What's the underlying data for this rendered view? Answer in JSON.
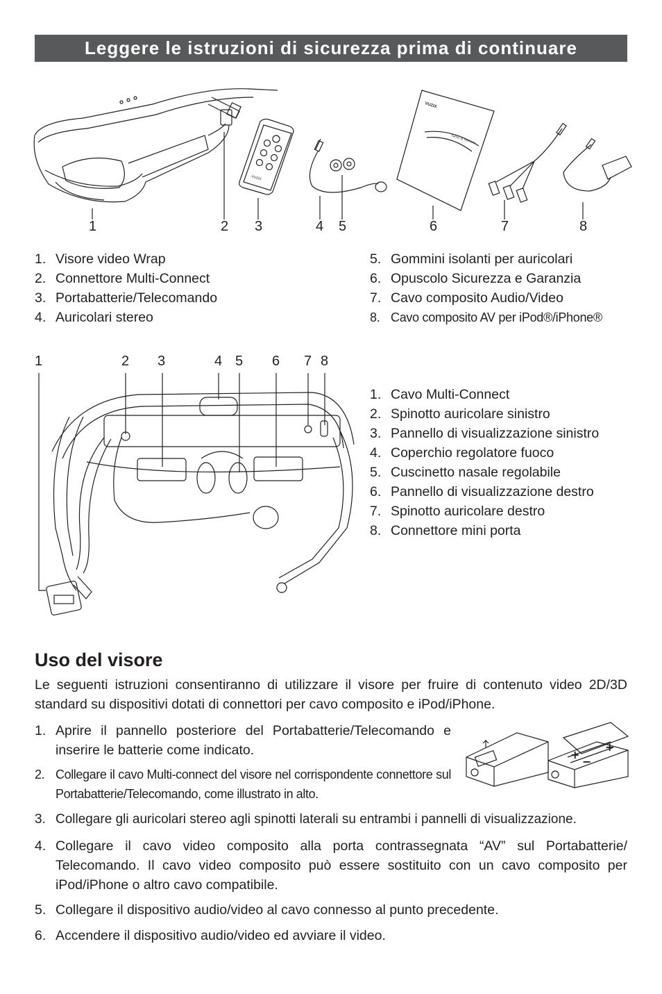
{
  "banner": "Leggere le istruzioni di sicurezza prima di continuare",
  "fig1": {
    "numbers": [
      "1",
      "2",
      "3",
      "4",
      "5",
      "6",
      "7",
      "8"
    ],
    "booklet_brand": "VUZIX",
    "booklet_title": "Safety & Warranty",
    "remote_brand": "VUZIX"
  },
  "list1_left": [
    {
      "n": "1.",
      "t": "Visore video Wrap"
    },
    {
      "n": "2.",
      "t": "Connettore Multi-Connect"
    },
    {
      "n": "3.",
      "t": "Portabatterie/Telecomando"
    },
    {
      "n": "4.",
      "t": "Auricolari stereo"
    }
  ],
  "list1_right": [
    {
      "n": "5.",
      "t": "Gommini isolanti per auricolari"
    },
    {
      "n": "6.",
      "t": "Opuscolo Sicurezza e Garanzia"
    },
    {
      "n": "7.",
      "t": "Cavo composito Audio/Video"
    },
    {
      "n": "8.",
      "t": "Cavo composito AV per iPod®/iPhone®"
    }
  ],
  "fig2": {
    "numbers": [
      "1",
      "2",
      "3",
      "4",
      "5",
      "6",
      "7",
      "8"
    ]
  },
  "list2": [
    {
      "n": "1.",
      "t": "Cavo Multi-Connect"
    },
    {
      "n": "2.",
      "t": "Spinotto auricolare sinistro"
    },
    {
      "n": "3.",
      "t": "Pannello di visualizzazione sinistro"
    },
    {
      "n": "4.",
      "t": "Coperchio regolatore fuoco"
    },
    {
      "n": "5.",
      "t": "Cuscinetto nasale regolabile"
    },
    {
      "n": "6.",
      "t": "Pannello di visualizzazione destro"
    },
    {
      "n": "7.",
      "t": "Spinotto auricolare destro"
    },
    {
      "n": "8.",
      "t": "Connettore mini porta"
    }
  ],
  "section": {
    "title": "Uso del visore",
    "intro": "Le seguenti istruzioni consentiranno di utilizzare il visore per fruire di contenuto video 2D/3D standard su dispositivi dotati di connettori per cavo composito e iPod/iPhone."
  },
  "steps": [
    {
      "n": "1.",
      "t": "Aprire il pannello posteriore del Portabatterie/Telecomando e inserire le batterie come indicato."
    },
    {
      "n": "2.",
      "t": "Collegare il cavo Multi-connect del visore nel corrispondente connettore sul Portabatterie/Telecomando, come illustrato in alto."
    },
    {
      "n": "3.",
      "t": "Collegare gli auricolari stereo agli spinotti laterali su entrambi i pannelli di visualizzazione."
    },
    {
      "n": "4.",
      "t": "Collegare il cavo video composito alla porta contrassegnata “AV” sul Portabatterie/ Telecomando. Il cavo video composito può essere sostituito con un cavo composito per iPod/iPhone o altro cavo compatibile."
    },
    {
      "n": "5.",
      "t": "Collegare il dispositivo audio/video al cavo connesso al punto precedente."
    },
    {
      "n": "6.",
      "t": "Accendere il dispositivo audio/video ed avviare il video."
    }
  ]
}
